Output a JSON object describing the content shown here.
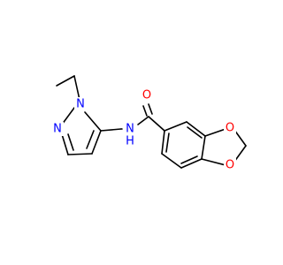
{
  "molecule": {
    "colors": {
      "bond": "#000000",
      "nitrogen": "#0000ff",
      "oxygen": "#ff0000"
    },
    "labels": {
      "carbonyl_oxygen": "O",
      "amide_nitrogen": "N",
      "amide_hydrogen": "H",
      "pyrazole_n1": "N",
      "pyrazole_n2": "N",
      "dioxole_o1": "O",
      "dioxole_o2": "O"
    }
  }
}
